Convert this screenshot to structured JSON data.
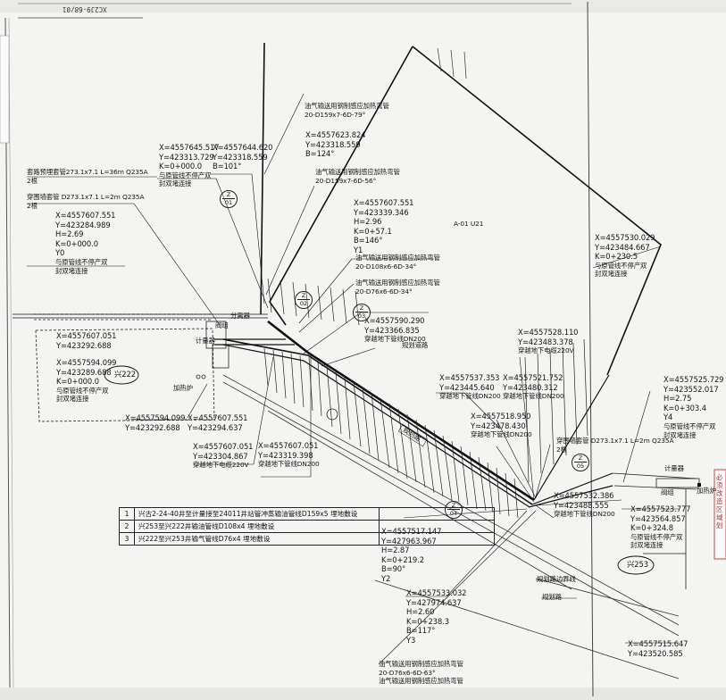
{
  "sheet": {
    "drawing_code": "XC2J9-68/01",
    "sheet_tag": "A-01\nU21"
  },
  "pipe_note_lines": [
    {
      "id": "n1",
      "lines": [
        "油气输送用钢制感应加热弯管",
        "20-D159x7-6D-79°"
      ]
    },
    {
      "id": "n2",
      "lines": [
        "油气输送用钢制感应加热弯管",
        "20-D159x7-6D-56°"
      ]
    },
    {
      "id": "n3",
      "lines": [
        "油气输送用钢制感应加热弯管",
        "20-D108x6-6D-34°"
      ]
    },
    {
      "id": "n4",
      "lines": [
        "油气输送用钢制感应加热弯管",
        "20-D76x6-6D-34°"
      ]
    },
    {
      "id": "n5",
      "lines": [
        "油气输送用钢制感应加热弯管",
        "20-D76x6-6D-63°",
        "油气输送用钢制感应加热弯管"
      ]
    }
  ],
  "coord_labels": [
    {
      "id": "c1",
      "lines": [
        "X=4557645.517",
        "Y=423313.729",
        "K=0+000.0",
        "与原管线不停产双",
        "封双堵连接"
      ]
    },
    {
      "id": "c2",
      "lines": [
        "X=4557644.620",
        "Y=423318.559",
        "B=101°"
      ]
    },
    {
      "id": "c3",
      "lines": [
        "X=4557623.824",
        "Y=423318.559",
        "B=124°"
      ]
    },
    {
      "id": "c4",
      "lines": [
        "X=4557607.551",
        "Y=423339.346",
        "H=2.96",
        "K=0+57.1",
        "B=146°",
        "Y1"
      ]
    },
    {
      "id": "c5",
      "lines": [
        "X=4557607.551",
        "Y=423284.989",
        "H=2.69",
        "K=0+000.0",
        "Y0",
        "与原管线不停产双",
        "封双堵连接"
      ]
    },
    {
      "id": "c6",
      "lines": [
        "X=4557590.290",
        "Y=423366.835",
        "穿越地下管线DN200"
      ]
    },
    {
      "id": "c7",
      "lines": [
        "X=4557530.029",
        "Y=423484.667",
        "K=0+230.5",
        "与原管线不停产双",
        "封双堵连接"
      ]
    },
    {
      "id": "c8",
      "lines": [
        "X=4557528.110",
        "Y=423483.378",
        "穿越地下电缆220V"
      ]
    },
    {
      "id": "c9",
      "lines": [
        "X=4557607.051",
        "Y=423292.688"
      ]
    },
    {
      "id": "c10",
      "lines": [
        "X=4557594.099",
        "Y=423289.688",
        "K=0+000.0",
        "与原管线不停产双",
        "封双堵连接"
      ]
    },
    {
      "id": "c11",
      "lines": [
        "X=4557537.353",
        "Y=423445.640",
        "穿越地下管线DN200"
      ]
    },
    {
      "id": "c12",
      "lines": [
        "X=4557521.752",
        "Y=423480.312",
        "穿越地下管线DN200"
      ]
    },
    {
      "id": "c13",
      "lines": [
        "X=4557518.950",
        "Y=423478.430",
        "穿越地下管线DN200"
      ]
    },
    {
      "id": "c14",
      "lines": [
        "X=4557525.729",
        "Y=423552.017",
        "H=2.75",
        "K=0+303.4",
        "Y4",
        "与原管线不停产双",
        "封双堵连接"
      ]
    },
    {
      "id": "c15",
      "lines": [
        "X=4557594.099",
        "Y=423292.688"
      ]
    },
    {
      "id": "c16",
      "lines": [
        "X=4557607.551",
        "Y=423294.637"
      ]
    },
    {
      "id": "c17",
      "lines": [
        "X=4557607.051",
        "Y=423304.867",
        "穿越地下电缆220V"
      ]
    },
    {
      "id": "c18",
      "lines": [
        "X=4557607.051",
        "Y=423319.398",
        "穿越地下管线DN200"
      ]
    },
    {
      "id": "c19",
      "lines": [
        "X=4557532.386",
        "Y=423488.555",
        "穿越地下管线DN200"
      ]
    },
    {
      "id": "c20",
      "lines": [
        "X=4557523.777",
        "Y=423564.857",
        "K=0+324.8",
        "与原管线不停产双",
        "封双堵连接"
      ]
    },
    {
      "id": "c21",
      "lines": [
        "X=4557517.147",
        "Y=427963.967",
        "H=2.87",
        "K=0+219.2",
        "B=90°",
        "Y2"
      ]
    },
    {
      "id": "c22",
      "lines": [
        "X=4557533.032",
        "Y=427974.637",
        "H=2.60",
        "K=0+238.3",
        "B=117°",
        "Y3"
      ]
    },
    {
      "id": "c23",
      "lines": [
        "X=4557515.647",
        "Y=423520.585"
      ]
    }
  ],
  "feature_labels": {
    "casing_top": [
      "套路预埋套管273.1x7.1 L=36m Q235A",
      "2根"
    ],
    "casing_mid": [
      "穿围墙套管 D273.1x7.1 L=2m Q235A",
      "2根"
    ],
    "casing_right": [
      "穿围墙套管 D273.1x7.1 L=2m Q235A",
      "2根"
    ],
    "valve_group_left": "阀组",
    "separator": "分离器",
    "meter_left": "计量器",
    "heater_left": "加热炉",
    "well_222": "兴222",
    "planned_road": "规划道路",
    "road_diag": "规划路",
    "meter_right": "计量器",
    "valve_group_right": "阀组",
    "heater_right": "加热炉",
    "well_253": "兴253",
    "road_boundary": "规划路边界线",
    "road_bottom": "规划路"
  },
  "nodes": [
    {
      "id": "z01",
      "top": "Z",
      "bot": "01"
    },
    {
      "id": "z02",
      "top": "Z",
      "bot": "02"
    },
    {
      "id": "z03",
      "top": "Z",
      "bot": "03"
    },
    {
      "id": "z04",
      "top": "Z",
      "bot": "04"
    },
    {
      "id": "z05",
      "top": "Z",
      "bot": "05"
    }
  ],
  "legend": [
    {
      "num": "1",
      "text": "兴古2-24-40井至计量接至24011井站管冲蒸输油管线D159x5  埋地敷设"
    },
    {
      "num": "2",
      "text": "兴253至兴222井输油管线D108x4  埋地敷设"
    },
    {
      "num": "3",
      "text": "兴222至兴253井输气管线D76x4  埋地敷设"
    }
  ],
  "edge_text": {
    "right_strip": "必须改造区域划"
  }
}
